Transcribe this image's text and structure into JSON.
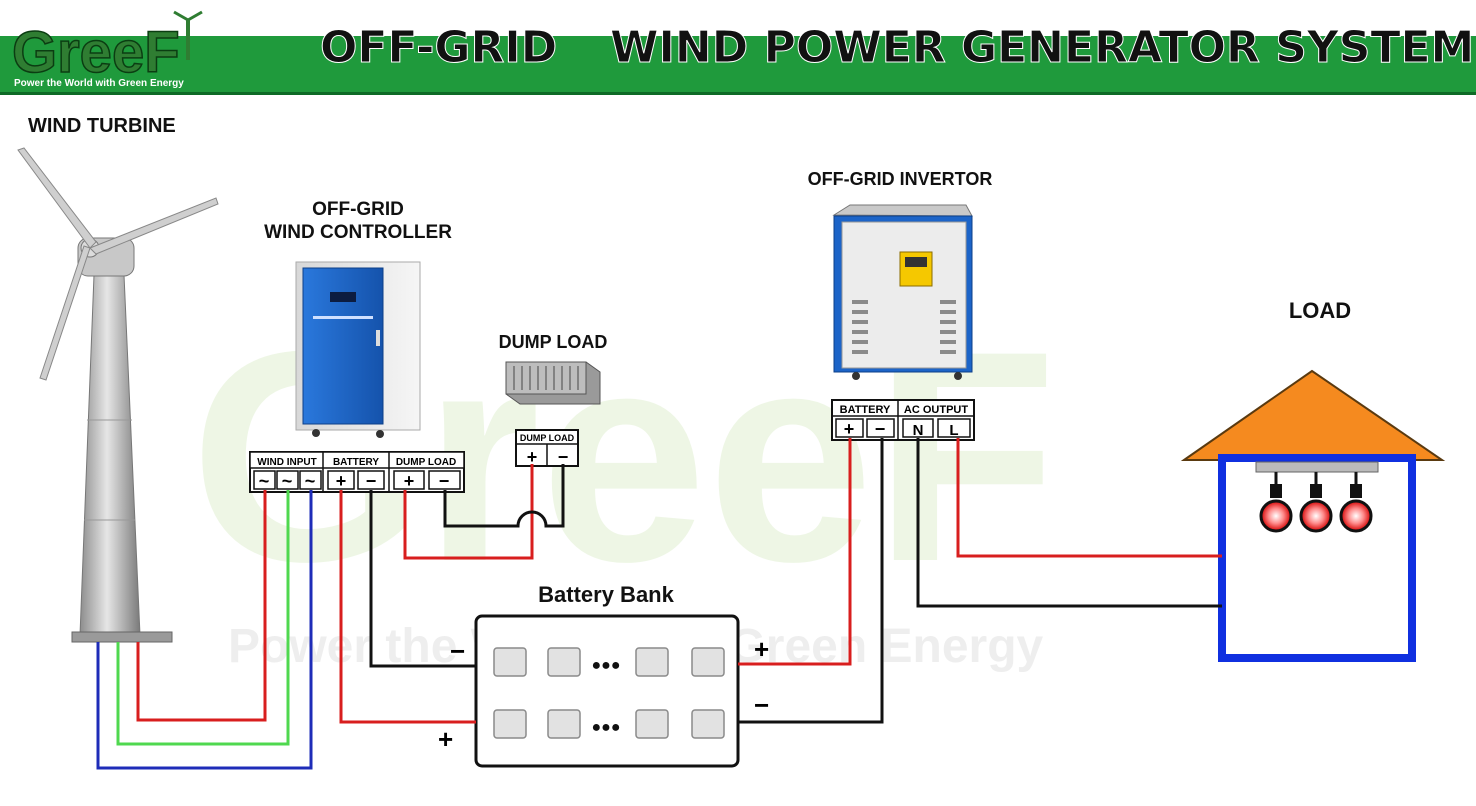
{
  "header": {
    "logo_text": "GreeF",
    "logo_tagline": "Power the World with Green Energy",
    "title_left": "OFF-GRID",
    "title_right": "WIND POWER GENERATOR SYSTEM"
  },
  "watermark": {
    "logo_text": "GreeF",
    "tagline": "Power the World with Green Energy"
  },
  "labels": {
    "wind_turbine": "WIND TURBINE",
    "controller_line1": "OFF-GRID",
    "controller_line2": "WIND CONTROLLER",
    "dump_load": "DUMP LOAD",
    "inverter": "OFF-GRID INVERTOR",
    "load": "LOAD",
    "battery_bank": "Battery Bank"
  },
  "controller_terminals": {
    "group_wind_input": "WIND INPUT",
    "group_battery": "BATTERY",
    "group_dump_load": "DUMP LOAD",
    "sym_ac": "~",
    "sym_plus": "+",
    "sym_minus": "−"
  },
  "dump_load_terminals": {
    "header": "DUMP LOAD",
    "plus": "+",
    "minus": "−"
  },
  "inverter_terminals": {
    "group_battery": "BATTERY",
    "group_ac_output": "AC OUTPUT",
    "plus": "+",
    "minus": "−",
    "n": "N",
    "l": "L"
  },
  "battery_bank_signs": {
    "left_minus": "−",
    "left_plus": "+",
    "right_plus": "+",
    "right_minus": "−",
    "dots": "●●●"
  },
  "colors": {
    "header_green": "#1f9a3c",
    "wire_red": "#d81e1e",
    "wire_green": "#4fd84f",
    "wire_blue": "#1e2cb8",
    "wire_black": "#111111",
    "load_wire_blue": "#1030e0",
    "roof_orange": "#f58a1f",
    "cabinet_blue": "#1c64c8"
  },
  "icons": [
    "wind-turbine-icon",
    "controller-cabinet-icon",
    "dump-load-icon",
    "inverter-cabinet-icon",
    "house-icon",
    "light-bulb-icon",
    "battery-icon"
  ]
}
